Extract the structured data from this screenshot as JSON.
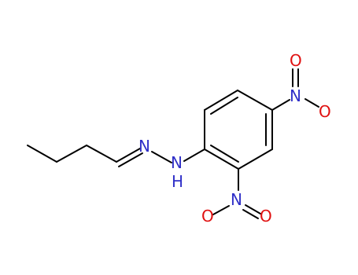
{
  "molecule": {
    "atoms": {
      "n1": {
        "label": "N",
        "color": "#3030c8"
      },
      "nh": {
        "label": "N",
        "color": "#3030c8"
      },
      "h": {
        "label": "H",
        "color": "#3030c8"
      },
      "n_top": {
        "label": "N",
        "color": "#3030c8"
      },
      "o_top_up": {
        "label": "O",
        "color": "#e01010"
      },
      "o_top_right": {
        "label": "O",
        "color": "#e01010"
      },
      "n_bot": {
        "label": "N",
        "color": "#3030c8"
      },
      "o_bot_left": {
        "label": "O",
        "color": "#e01010"
      },
      "o_bot_right": {
        "label": "O",
        "color": "#e01010"
      }
    }
  }
}
